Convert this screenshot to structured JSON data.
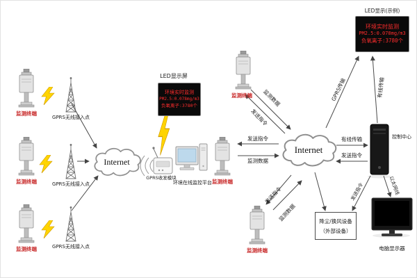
{
  "diagram": {
    "terminal_label": "监测终端",
    "gprs_ap_label": "GPRS无线接入点",
    "internet_label": "Internet",
    "led_screen": {
      "title": "LED显示屏",
      "line1": "环境实时监测",
      "line2": "PM2.5:0.078mg/m3",
      "line3": "负氧离子:3780个"
    },
    "led_example": {
      "title": "LED显示(示例)",
      "line1": "环境实时监测",
      "line2": "PM2.5:0.078mg/m3",
      "line3": "负氧离子:3780个"
    },
    "gprs_module_label": "GPRS收发模块",
    "platform_label": "环境在线监控平台",
    "send_command_label": "发送指令",
    "monitor_data_label": "监测数据",
    "wired_label": "有线传输",
    "gprs_transmission_label": "GPRS传输",
    "control_center_label": "控制中心",
    "ethernet_label": "以太网线",
    "pc_display_label": "电脑显示器",
    "external_device_line1": "降尘/换风设备",
    "external_device_line2": "（外部设备）"
  },
  "colors": {
    "led_text": "#ff2d2d",
    "led_background": "#0a0a0a",
    "terminal_label": "#c82a2a",
    "lightning": "#ffd400",
    "connector_line": "#4a4a4a"
  }
}
